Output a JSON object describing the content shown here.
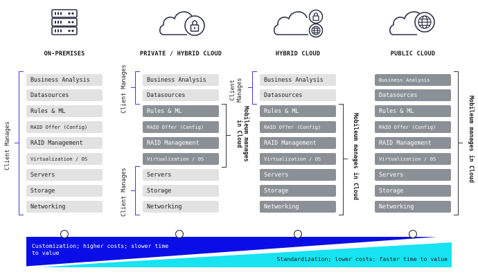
{
  "columns": [
    {
      "title": "ON-PREMISES",
      "icon": "server-icon"
    },
    {
      "title": "PRIVATE / HYBRID CLOUD",
      "icon": "cloud-lock-icon"
    },
    {
      "title": "HYBRID CLOUD",
      "icon": "cloud-lock-globe-icon"
    },
    {
      "title": "PUBLIC CLOUD",
      "icon": "cloud-globe-icon"
    }
  ],
  "layers": [
    "Business Analysis",
    "Datasources",
    "Rules & ML",
    "RAID Offer (Config)",
    "RAID Management",
    "Virtualization / OS",
    "Servers",
    "Storage",
    "Networking"
  ],
  "labels": {
    "client_manages": "Client Manages",
    "client_manages_short_1": "Client",
    "client_manages_short_2": "Manages",
    "mobileum_cloud_1": "Mobileum manages",
    "mobileum_cloud_2": "in Cloud",
    "mobileum_cloud_full": "Mobileum manages in Cloud",
    "mobileum_manages_cloud": "Mobileum manages in Cloud"
  },
  "spectrum": {
    "left_text": "Customization; higher costs; slower time to value",
    "right_text": "Standardization; lower costs; faster time to value",
    "left_color": "#0a0ee6",
    "right_color": "#17e3f2"
  }
}
